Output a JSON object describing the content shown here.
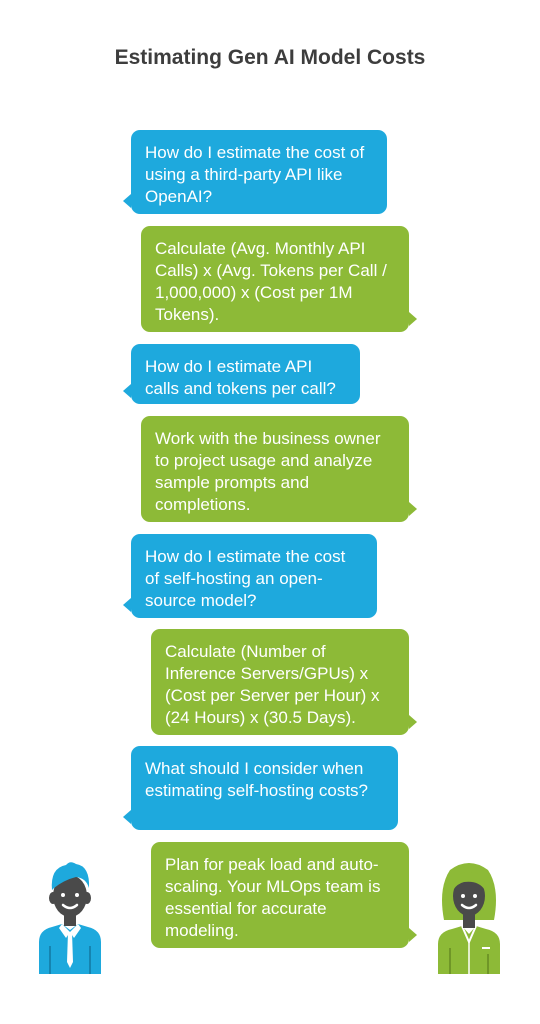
{
  "title": "Estimating Gen AI Model Costs",
  "colors": {
    "question": "#1ea9dd",
    "answer": "#8dba37",
    "title": "#3d3d3d"
  },
  "avatars": {
    "left": "man-avatar-icon",
    "right": "woman-avatar-icon"
  },
  "messages": [
    {
      "role": "question",
      "text": "How do I estimate the cost of using a third-party API like OpenAI?"
    },
    {
      "role": "answer",
      "text": "Calculate (Avg. Monthly API Calls) x (Avg. Tokens per Call / 1,000,000) x (Cost per 1M Tokens)."
    },
    {
      "role": "question",
      "text": "How do I estimate API calls and tokens per call?"
    },
    {
      "role": "answer",
      "text": "Work with the business owner to project usage and analyze sample prompts and completions."
    },
    {
      "role": "question",
      "text": "How do I estimate the cost of self-hosting an open-source model?"
    },
    {
      "role": "answer",
      "text": "Calculate (Number of Inference Servers/GPUs) x (Cost per Server per Hour) x (24 Hours) x (30.5 Days)."
    },
    {
      "role": "question",
      "text": "What should I consider when estimating self-hosting costs?"
    },
    {
      "role": "answer",
      "text": "Plan for peak load and auto-scaling. Your MLOps team is essential for accurate modeling."
    }
  ]
}
